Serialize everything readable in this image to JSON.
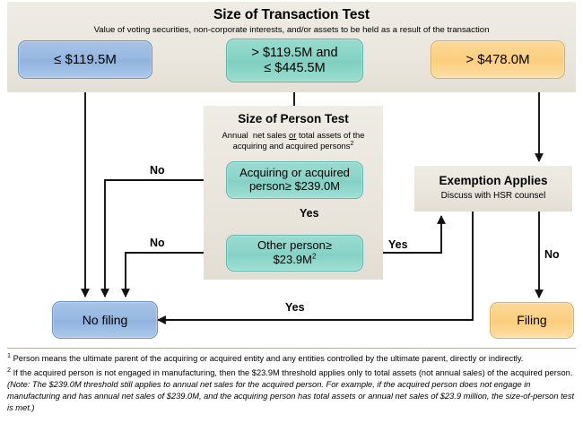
{
  "header": {
    "title": "Size of Transaction Test",
    "subtitle": "Value of voting securities, non-corporate interests, and/or assets to be held as a result of the transaction"
  },
  "transaction_nodes": [
    {
      "id": "low",
      "label": "≤ $119.5M",
      "color": "#95b7e0"
    },
    {
      "id": "mid",
      "label": "> $119.5M and\n≤ $445.5M",
      "line1": "> $119.5M and",
      "line2": "≤ $445.5M",
      "color": "#83d2c3"
    },
    {
      "id": "high",
      "label": "> $478.0M",
      "color": "#fbcf80"
    }
  ],
  "person_test": {
    "title": "Size of Person Test",
    "subtitle_line1": "Annual  net sales or total assets of the",
    "subtitle_line2": "acquiring and acquired persons",
    "subtitle_footnote": "2",
    "subtitle_underlined_word": "or",
    "nodes": [
      {
        "id": "acquiring",
        "line1": "Acquiring or acquired",
        "line2": "person≥ $239.0M"
      },
      {
        "id": "other",
        "line1": "Other person≥",
        "line2": "$23.9M",
        "footnote": "2"
      }
    ]
  },
  "exemption": {
    "title": "Exemption Applies",
    "subtitle": "Discuss with HSR counsel"
  },
  "outcomes": [
    {
      "id": "no-filing",
      "label": "No filing",
      "color": "#95b7e0"
    },
    {
      "id": "filing",
      "label": "Filing",
      "color": "#fbcf80"
    }
  ],
  "edge_labels": {
    "no_upper": "No",
    "no_lower": "No",
    "yes_between": "Yes",
    "yes_right": "Yes",
    "yes_bottom": "Yes",
    "no_exemption": "No"
  },
  "footnotes": {
    "one_marker": "1",
    "one_text": "Person means the ultimate parent of the acquiring or acquired entity and any entities controlled by the ultimate parent, directly or indirectly.",
    "two_marker": "2",
    "two_text_a": "If the acquired person is not engaged in manufacturing, then the $23.9M threshold applies only to total assets (not annual  sales) of the acquired person.  ",
    "two_text_italic": "(Note: The $239.0M threshold still applies to annual net sales for the acquired person.  For example, if the acquired person does not engage in manufacturing and has annual net sales of $239.0M, and the acquiring person has total assets or annual net sales of $23.9 million, the size-of-person test is met.)"
  }
}
